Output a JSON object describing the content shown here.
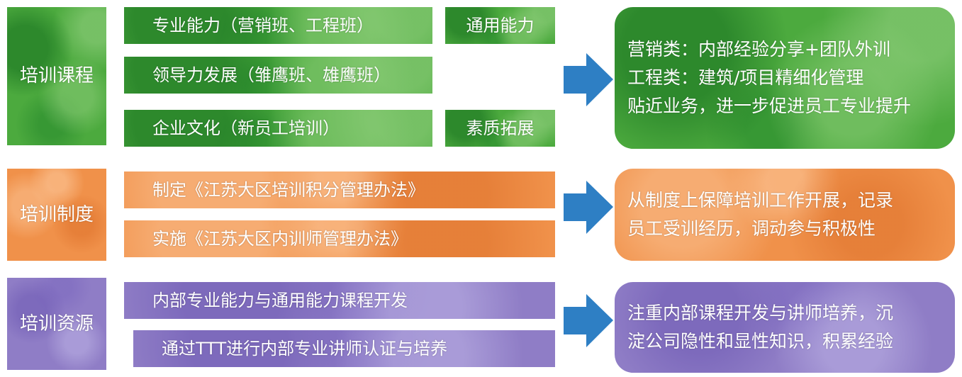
{
  "rows": [
    {
      "label": "培训课程",
      "items": [
        "专业能力（营销班、工程班）",
        "领导力发展（雏鹰班、雄鹰班）",
        "企业文化（新员工培训）"
      ],
      "tags": [
        "通用能力",
        "素质拓展"
      ],
      "result": [
        "营销类：内部经验分享+团队外训",
        "工程类：建筑/项目精细化管理",
        "贴近业务，进一步促进员工专业提升"
      ]
    },
    {
      "label": "培训制度",
      "items": [
        "制定《江苏大区培训积分管理办法》",
        "实施《江苏大区内训师管理办法》"
      ],
      "result": [
        "从制度上保障培训工作开展，记录",
        "员工受训经历，调动参与积极性"
      ]
    },
    {
      "label": "培训资源",
      "items": [
        "内部专业能力与通用能力课程开发",
        "通过TTT进行内部专业讲师认证与培养"
      ],
      "result": [
        "注重内部课程开发与讲师培养，沉",
        "淀公司隐性和显性知识，积累经验"
      ]
    }
  ],
  "colors": {
    "green": "#4caa3e",
    "orange": "#f0914a",
    "purple": "#8f7dc6",
    "arrow": "#2e7fc4"
  }
}
